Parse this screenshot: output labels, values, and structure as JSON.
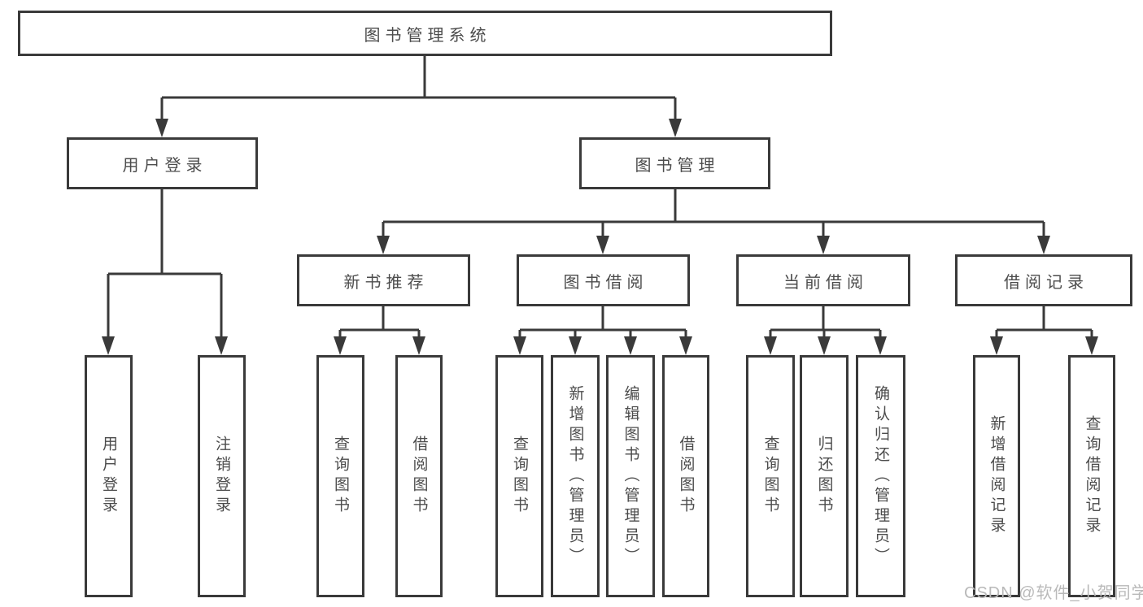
{
  "tree": {
    "root": "图书管理系统",
    "level2": [
      "用户登录",
      "图书管理"
    ],
    "level3": [
      "新书推荐",
      "图书借阅",
      "当前借阅",
      "借阅记录"
    ],
    "login_children": [
      "用户登录",
      "注销登录"
    ],
    "newbook_children": [
      "查询图书",
      "借阅图书"
    ],
    "borrow_children": [
      "查询图书",
      "新增图书（管理员）",
      "编辑图书（管理员）",
      "借阅图书"
    ],
    "current_children": [
      "查询图书",
      "归还图书",
      "确认归还（管理员）"
    ],
    "records_children": [
      "新增借阅记录",
      "查询借阅记录"
    ]
  },
  "watermark": "CSDN @软件_小贺同学",
  "colors": {
    "line": "#3a3a3a",
    "box_border": "#3a3a3a",
    "text": "#4c4c4c",
    "watermark": "#b9b9b9",
    "background": "#ffffff"
  }
}
